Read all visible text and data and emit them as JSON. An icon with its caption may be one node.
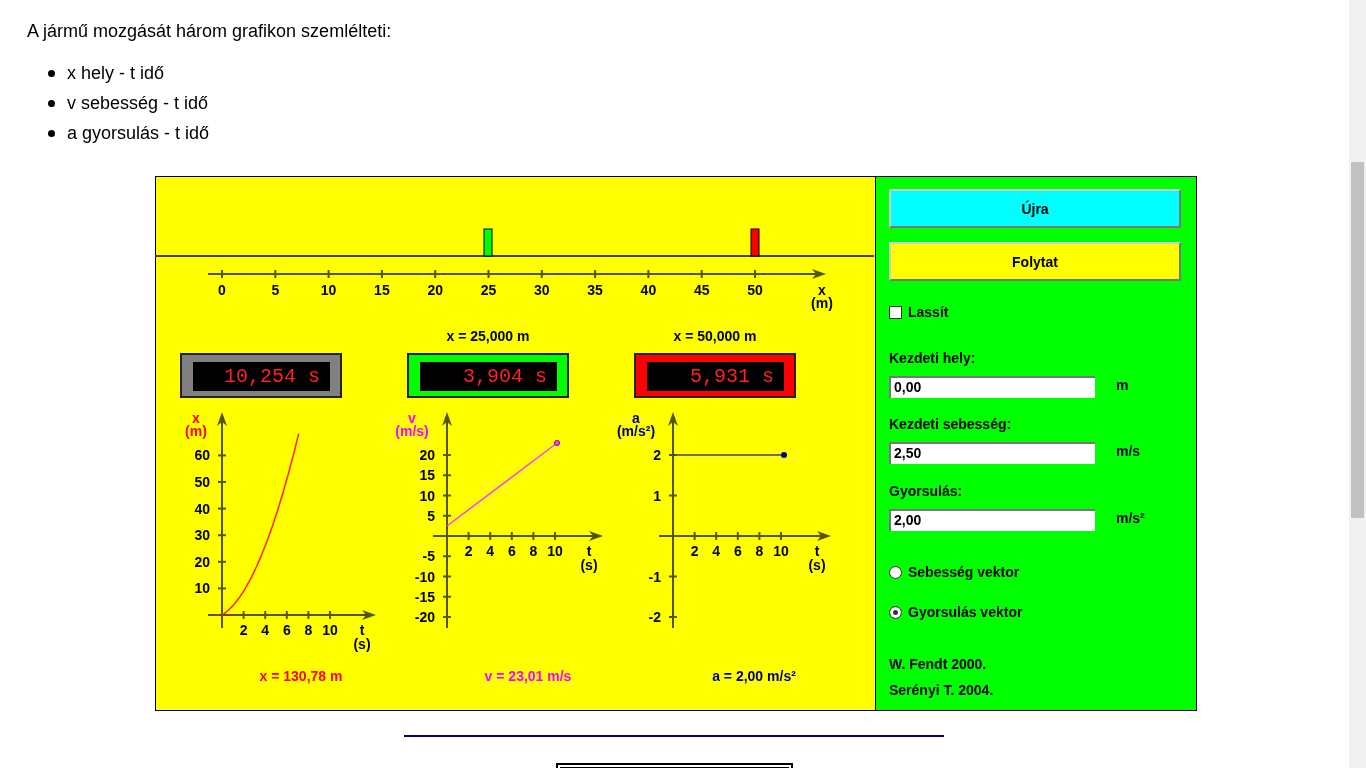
{
  "diagram": {
    "labels": [
      "A jármű mozgását három grafikon szemlélteti:",
      "x hely - t idő",
      "v sebesség - t idő",
      "a gyorsulás - t idő",
      "0",
      "5",
      "10",
      "15",
      "20",
      "25",
      "30",
      "35",
      "40",
      "45",
      "50",
      "x",
      "(m)",
      "x = 25,000 m",
      "x = 50,000 m",
      "10,254 s",
      "3,904 s",
      "5,931 s",
      "x",
      "(m)",
      "60",
      "50",
      "40",
      "30",
      "20",
      "10",
      "2",
      "4",
      "6",
      "8",
      "10",
      "t",
      "(s)",
      "v",
      "(m/s)",
      "20",
      "15",
      "10",
      "5",
      "-5",
      "-10",
      "-15",
      "-20",
      "2",
      "4",
      "6",
      "8",
      "10",
      "t",
      "(s)",
      "a",
      "(m/s²)",
      "2",
      "1",
      "-1",
      "-2",
      "2",
      "4",
      "6",
      "8",
      "10",
      "t",
      "(s)",
      "x = 130,78 m",
      "v = 23,01 m/s",
      "a = 2,00 m/s²",
      "Újra",
      "Folytat",
      "Lassít",
      "Kezdeti hely:",
      "0,00",
      "m",
      "Kezdeti sebesség:",
      "2,50",
      "m/s",
      "Gyorsulás:",
      "2,00",
      "m/s²",
      "Sebesség vektor",
      "Gyorsulás vektor",
      "W. Fendt 2000.",
      "Serényi T. 2004."
    ]
  }
}
